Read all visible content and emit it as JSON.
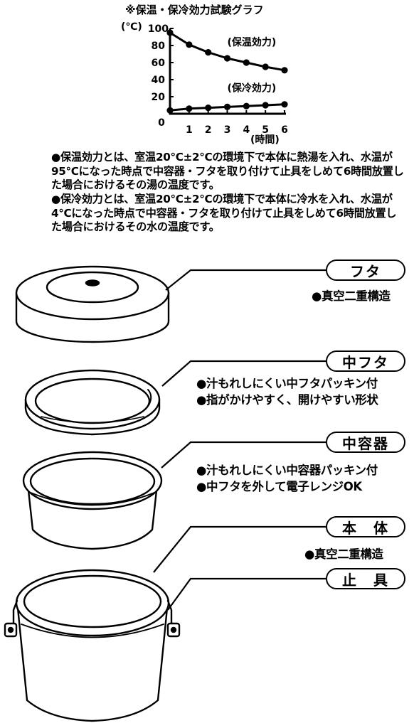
{
  "chart_data": {
    "type": "line",
    "title": "※保温・保冷効力試験グラフ",
    "y_unit_label": "(℃)",
    "x_unit_label": "(時間)",
    "x": [
      0,
      1,
      2,
      3,
      4,
      5,
      6
    ],
    "x_ticks": [
      "0",
      "1",
      "2",
      "3",
      "4",
      "5",
      "6"
    ],
    "y_ticks": [
      "20",
      "40",
      "60",
      "80",
      "100"
    ],
    "xlim": [
      0,
      6
    ],
    "ylim": [
      0,
      100
    ],
    "grid": false,
    "series": [
      {
        "name": "(保温効力)",
        "values": [
          95,
          81,
          72,
          65,
          60,
          55,
          51
        ]
      },
      {
        "name": "(保冷効力)",
        "values": [
          4,
          6,
          7,
          8,
          9,
          10,
          11
        ]
      }
    ]
  },
  "notes": [
    "●保温効力とは、室温20℃±2℃の環境下で本体に熱湯を入れ、水温が95℃になった時点で中容器・フタを取り付けて止具をしめて6時間放置した場合におけるその湯の温度です。",
    "●保冷効力とは、室温20℃±2℃の環境下で本体に冷水を入れ、水温が4℃になった時点で中容器・フタを取り付けて止具をしめて6時間放置した場合におけるその水の温度です。"
  ],
  "parts": [
    {
      "label": "フタ",
      "features": [
        "●真空二重構造"
      ]
    },
    {
      "label": "中フタ",
      "features": [
        "●汁もれしにくい中フタパッキン付",
        "●指がかけやすく、開けやすい形状"
      ]
    },
    {
      "label": "中容器",
      "features": [
        "●汁もれしにくい中容器パッキン付",
        "●中フタを外して電子レンジOK"
      ]
    },
    {
      "label": "本　体",
      "features": [
        "●真空二重構造"
      ]
    },
    {
      "label": "止　具",
      "features": []
    }
  ]
}
